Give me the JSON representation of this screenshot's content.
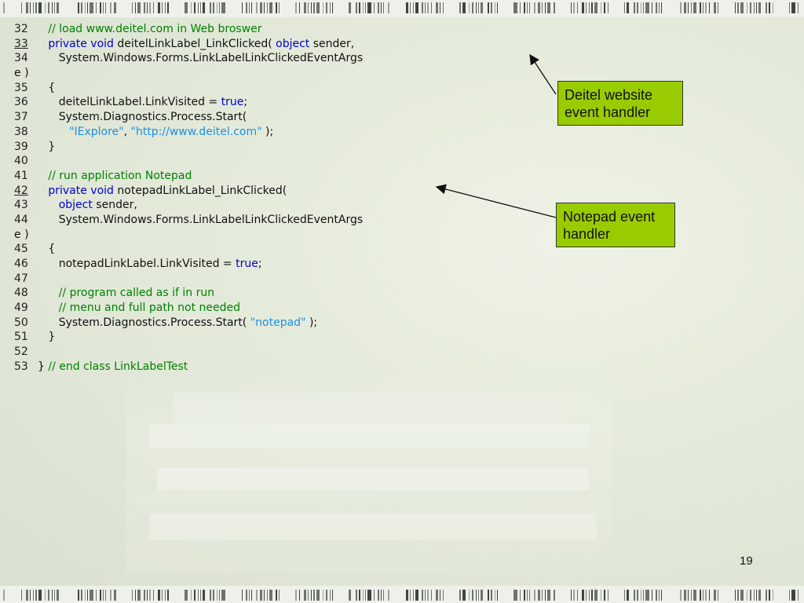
{
  "code_lines": [
    {
      "n": "32",
      "underline": false,
      "tokens": [
        {
          "t": "   ",
          "c": ""
        },
        {
          "t": "// load www.deitel.com in Web broswer",
          "c": "cm"
        }
      ]
    },
    {
      "n": "33",
      "underline": true,
      "tokens": [
        {
          "t": "   ",
          "c": ""
        },
        {
          "t": "private void",
          "c": "kw"
        },
        {
          "t": " deitelLinkLabel_LinkClicked( ",
          "c": ""
        },
        {
          "t": "object",
          "c": "kw"
        },
        {
          "t": " sender,",
          "c": ""
        }
      ]
    },
    {
      "n": "34",
      "underline": false,
      "tokens": [
        {
          "t": "      System.Windows.Forms.LinkLabelLinkClickedEventArgs",
          "c": ""
        }
      ]
    },
    {
      "n": "",
      "underline": false,
      "wrap": "e )",
      "tokens": []
    },
    {
      "n": "35",
      "underline": false,
      "tokens": [
        {
          "t": "   {",
          "c": ""
        }
      ]
    },
    {
      "n": "36",
      "underline": false,
      "tokens": [
        {
          "t": "      deitelLinkLabel.LinkVisited = ",
          "c": ""
        },
        {
          "t": "true",
          "c": "kw"
        },
        {
          "t": ";",
          "c": ""
        }
      ]
    },
    {
      "n": "37",
      "underline": false,
      "tokens": [
        {
          "t": "      System.Diagnostics.Process.Start(",
          "c": ""
        }
      ]
    },
    {
      "n": "38",
      "underline": false,
      "tokens": [
        {
          "t": "         ",
          "c": ""
        },
        {
          "t": "\"IExplore\"",
          "c": "st"
        },
        {
          "t": ", ",
          "c": ""
        },
        {
          "t": "\"http://www.deitel.com\"",
          "c": "st"
        },
        {
          "t": " );",
          "c": ""
        }
      ]
    },
    {
      "n": "39",
      "underline": false,
      "tokens": [
        {
          "t": "   }",
          "c": ""
        }
      ]
    },
    {
      "n": "40",
      "underline": false,
      "tokens": []
    },
    {
      "n": "41",
      "underline": false,
      "tokens": [
        {
          "t": "   ",
          "c": ""
        },
        {
          "t": "// run application Notepad",
          "c": "cm"
        }
      ]
    },
    {
      "n": "42",
      "underline": true,
      "tokens": [
        {
          "t": "   ",
          "c": ""
        },
        {
          "t": "private void",
          "c": "kw"
        },
        {
          "t": " notepadLinkLabel_LinkClicked(",
          "c": ""
        }
      ]
    },
    {
      "n": "43",
      "underline": false,
      "tokens": [
        {
          "t": "      ",
          "c": ""
        },
        {
          "t": "object",
          "c": "kw"
        },
        {
          "t": " sender,",
          "c": ""
        }
      ]
    },
    {
      "n": "44",
      "underline": false,
      "tokens": [
        {
          "t": "      System.Windows.Forms.LinkLabelLinkClickedEventArgs",
          "c": ""
        }
      ]
    },
    {
      "n": "",
      "underline": false,
      "wrap": "e )",
      "tokens": []
    },
    {
      "n": "45",
      "underline": false,
      "tokens": [
        {
          "t": "   {",
          "c": ""
        }
      ]
    },
    {
      "n": "46",
      "underline": false,
      "tokens": [
        {
          "t": "      notepadLinkLabel.LinkVisited = ",
          "c": ""
        },
        {
          "t": "true",
          "c": "kw"
        },
        {
          "t": ";",
          "c": ""
        }
      ]
    },
    {
      "n": "47",
      "underline": false,
      "tokens": []
    },
    {
      "n": "48",
      "underline": false,
      "tokens": [
        {
          "t": "      ",
          "c": ""
        },
        {
          "t": "// program called as if in run",
          "c": "cm"
        }
      ]
    },
    {
      "n": "49",
      "underline": false,
      "tokens": [
        {
          "t": "      ",
          "c": ""
        },
        {
          "t": "// menu and full path not needed",
          "c": "cm"
        }
      ]
    },
    {
      "n": "50",
      "underline": false,
      "tokens": [
        {
          "t": "      System.Diagnostics.Process.Start( ",
          "c": ""
        },
        {
          "t": "\"notepad\"",
          "c": "st"
        },
        {
          "t": " );",
          "c": ""
        }
      ]
    },
    {
      "n": "51",
      "underline": false,
      "tokens": [
        {
          "t": "   }",
          "c": ""
        }
      ]
    },
    {
      "n": "52",
      "underline": false,
      "tokens": []
    },
    {
      "n": "53",
      "underline": false,
      "tokens": [
        {
          "t": "} ",
          "c": ""
        },
        {
          "t": "// end class LinkLabelTest",
          "c": "cm"
        }
      ]
    }
  ],
  "callouts": {
    "deitel": [
      "Deitel website",
      "event handler"
    ],
    "notepad": [
      "Notepad event",
      "handler"
    ]
  },
  "slide_number": "19",
  "colors": {
    "keyword": "#0000cc",
    "comment": "#008000",
    "string": "#1f8fe0",
    "callout_bg": "#99cc00"
  }
}
